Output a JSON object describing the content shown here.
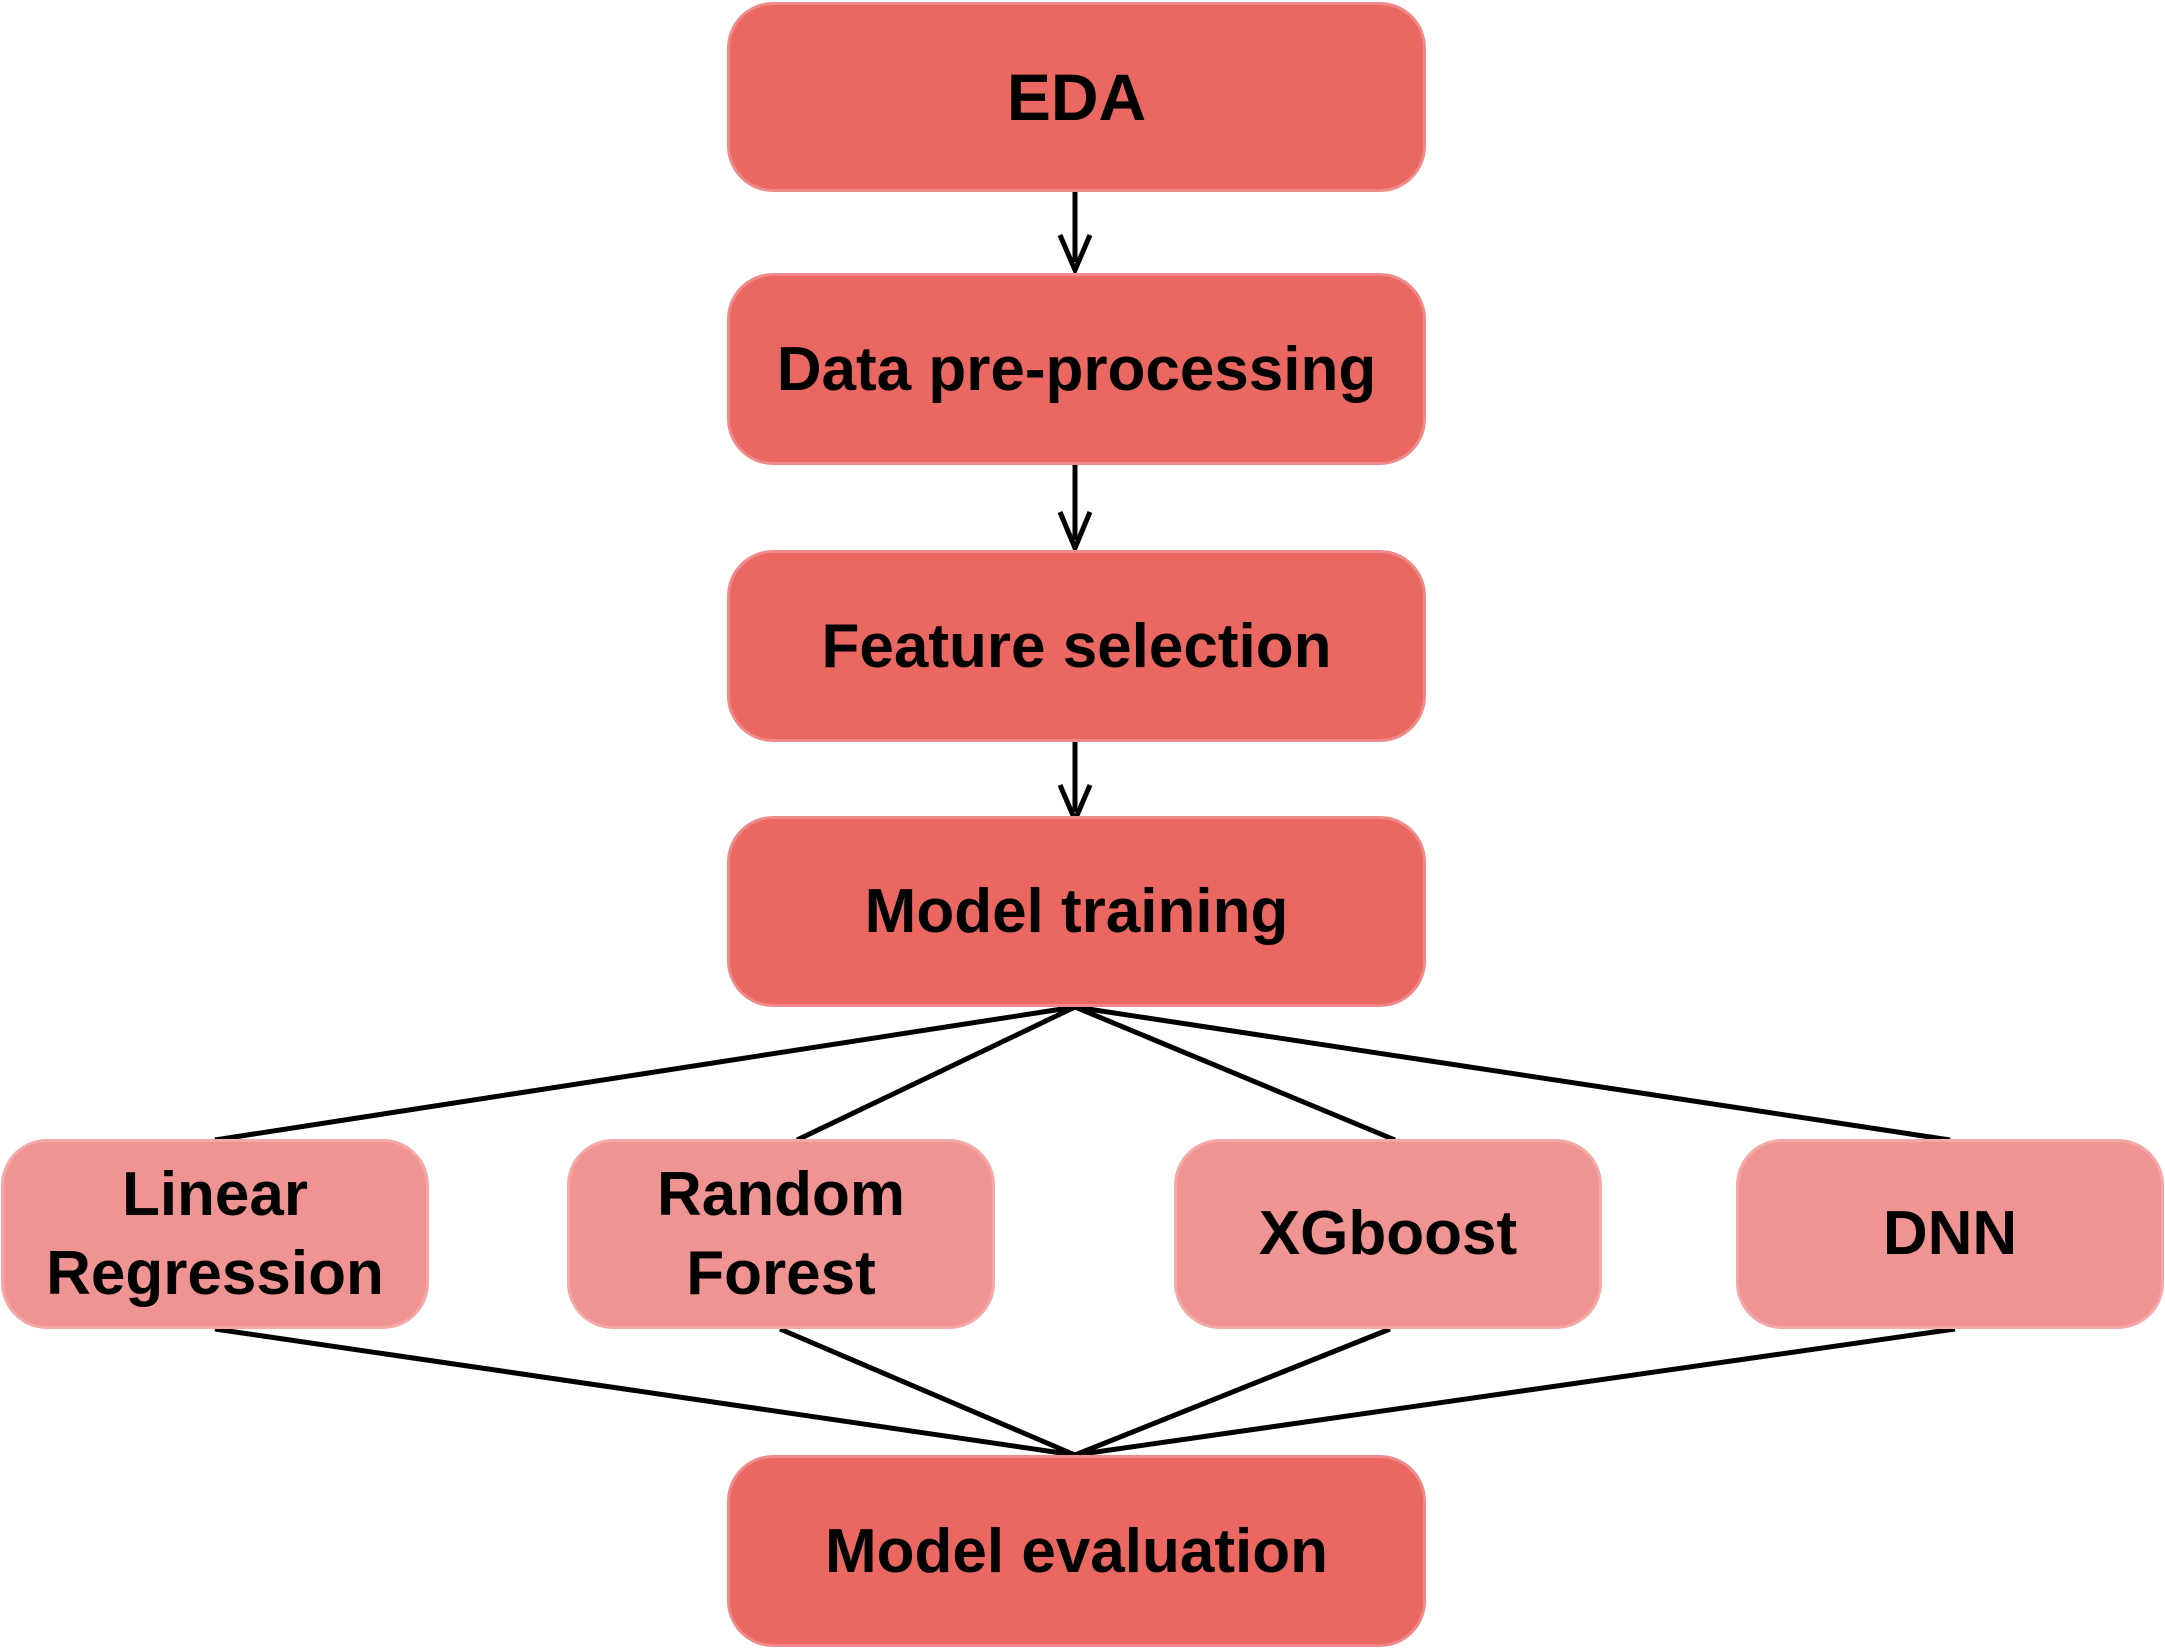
{
  "steps": {
    "eda": "EDA",
    "preprocessing": "Data pre-processing",
    "feature_selection": "Feature selection",
    "model_training": "Model training",
    "model_evaluation": "Model evaluation"
  },
  "models": {
    "linear_regression": "Linear\nRegression",
    "random_forest": "Random\nForest",
    "xgboost": "XGboost",
    "dnn": "DNN"
  },
  "colors": {
    "step_fill": "#ea6762",
    "model_fill": "#f09493",
    "connector": "#000000"
  }
}
